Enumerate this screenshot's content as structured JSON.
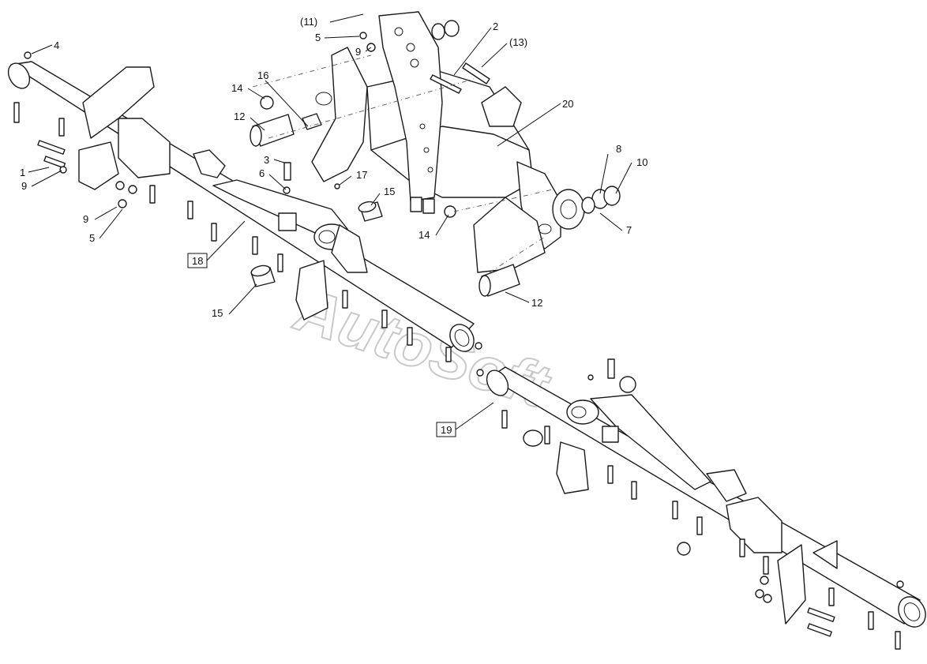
{
  "watermark": "AutoSoft",
  "callouts": [
    {
      "id": "c11a",
      "text": "(11)"
    },
    {
      "id": "c5a",
      "text": "5"
    },
    {
      "id": "c9a",
      "text": "9"
    },
    {
      "id": "c2",
      "text": "2"
    },
    {
      "id": "c13",
      "text": "(13)"
    },
    {
      "id": "c4",
      "text": "4"
    },
    {
      "id": "c16",
      "text": "16"
    },
    {
      "id": "c14a",
      "text": "14"
    },
    {
      "id": "c12a",
      "text": "12"
    },
    {
      "id": "c20",
      "text": "20"
    },
    {
      "id": "c8",
      "text": "8"
    },
    {
      "id": "c10",
      "text": "10"
    },
    {
      "id": "c3",
      "text": "3"
    },
    {
      "id": "c6",
      "text": "6"
    },
    {
      "id": "c17",
      "text": "17"
    },
    {
      "id": "c1",
      "text": "1"
    },
    {
      "id": "c9b",
      "text": "9"
    },
    {
      "id": "c15a",
      "text": "15"
    },
    {
      "id": "c7",
      "text": "7"
    },
    {
      "id": "c14b",
      "text": "14"
    },
    {
      "id": "c9c",
      "text": "9"
    },
    {
      "id": "c5b",
      "text": "5"
    },
    {
      "id": "c12b",
      "text": "12"
    },
    {
      "id": "c15b",
      "text": "15"
    }
  ],
  "boxed": [
    {
      "id": "b18",
      "text": "18"
    },
    {
      "id": "b19",
      "text": "19"
    }
  ]
}
